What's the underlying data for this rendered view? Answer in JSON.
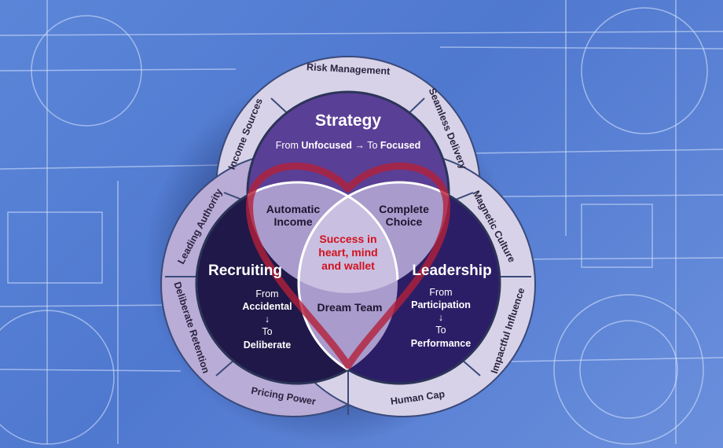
{
  "outer_ring": {
    "strategy": [
      "Risk Management",
      "Income Sources",
      "Seamless Delivery"
    ],
    "recruiting": [
      "Leading Authority",
      "Deliberate Retention",
      "Pricing Power"
    ],
    "leadership": [
      "Magnetic Culture",
      "Impactful Influence",
      "Human Cap"
    ]
  },
  "circles": {
    "strategy": {
      "title": "Strategy",
      "from": "From",
      "from_value": "Unfocused",
      "arrow": "→",
      "to": "To",
      "to_value": "Focused"
    },
    "recruiting": {
      "title": "Recruiting",
      "from": "From",
      "from_value": "Accidental",
      "arrow": "↓",
      "to": "To",
      "to_value": "Deliberate"
    },
    "leadership": {
      "title": "Leadership",
      "from": "From",
      "from_value": "Participation",
      "arrow": "↓",
      "to": "To",
      "to_value": "Performance"
    }
  },
  "overlaps": {
    "strategy_recruiting": [
      "Automatic",
      "Income"
    ],
    "strategy_leadership": [
      "Complete",
      "Choice"
    ],
    "recruiting_leadership": "Dream Team",
    "center": [
      "Success in",
      "heart, mind",
      "and wallet"
    ]
  },
  "colors": {
    "strategy": "#5a3f96",
    "recruiting": "#1f1848",
    "leadership": "#2c1e66",
    "overlap": "#a99bcc",
    "ring": "#d8d2e8",
    "heart": "#b3203a"
  }
}
